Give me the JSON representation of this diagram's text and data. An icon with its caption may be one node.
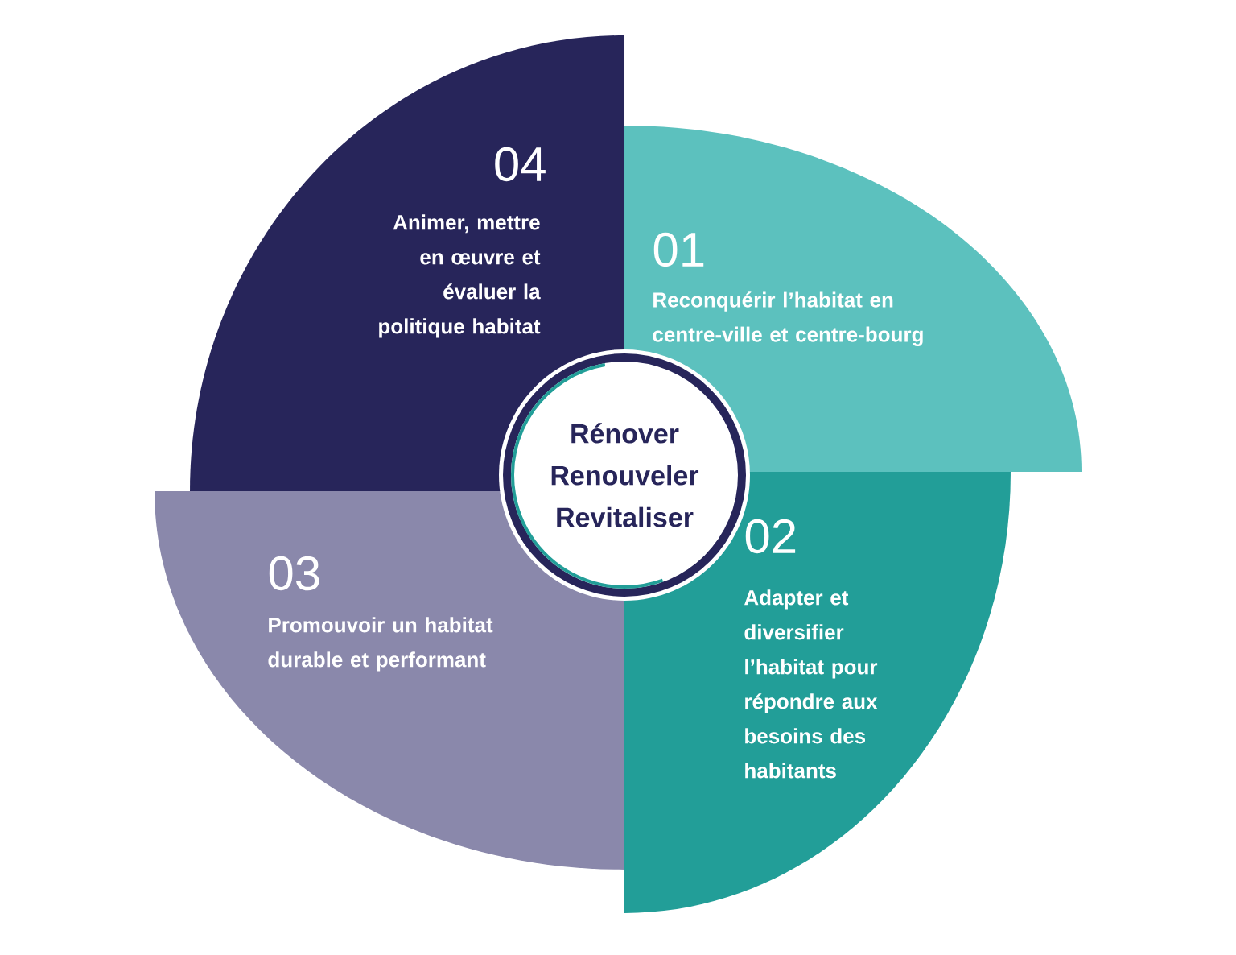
{
  "diagram": {
    "nodes": [
      {
        "text": [
          "01",
          "Reconquérir l’habitat en centre-ville et centre-bourg"
        ]
      },
      {
        "text": [
          "02",
          "Adapter et diversifier l’habitat pour répondre aux besoins des habitants"
        ]
      },
      {
        "text": [
          "03",
          "Promouvoir un habitat durable et performant"
        ]
      },
      {
        "text": [
          "04",
          "Animer, mettre en œuvre et évaluer la politique habitat"
        ]
      },
      {
        "text": [
          "Rénover",
          "Renouveler",
          "Revitaliser"
        ]
      }
    ]
  }
}
